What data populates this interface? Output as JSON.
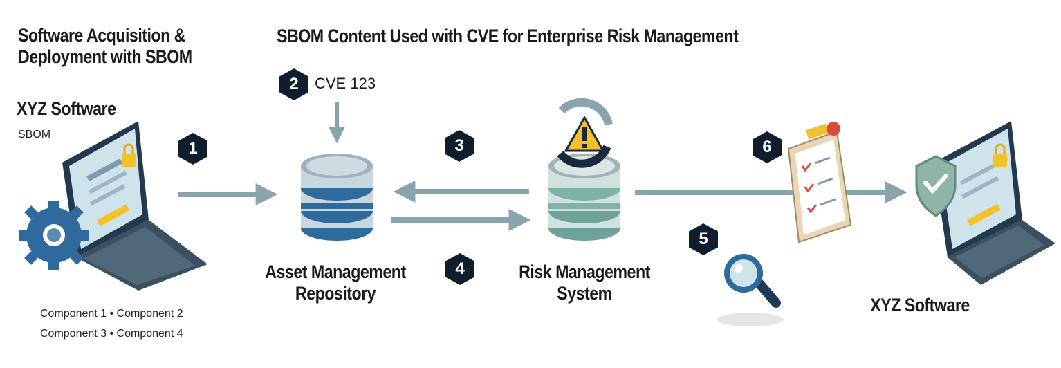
{
  "titles": {
    "left": "Software Acquisition &\nDeployment with SBOM",
    "center": "SBOM Content Used with CVE for Enterprise Risk Management"
  },
  "left_software": {
    "name": "XYZ Software",
    "sbom_label": "SBOM",
    "components_line1": "Component 1 • Component 2",
    "components_line2": "Component 3 • Component 4"
  },
  "cve": {
    "label": "CVE 123"
  },
  "nodes": {
    "asset_repo": "Asset Management\nRepository",
    "risk_system": "Risk Management\nSystem",
    "right_software": "XYZ Software"
  },
  "steps": [
    "1",
    "2",
    "3",
    "4",
    "5",
    "6"
  ],
  "icons": [
    "laptop-sbom-icon",
    "gear-icon",
    "lock-icon",
    "database-icon",
    "warning-sync-icon",
    "magnifier-icon",
    "checklist-clipboard-icon",
    "shield-check-icon",
    "laptop-secure-icon"
  ],
  "colors": {
    "arrow": "#8aa4ae",
    "badge": "#0f1e2e",
    "db_blue": "#2e6a9c",
    "db_green": "#7fb3a8",
    "accent_yellow": "#f2c12e",
    "warning_red": "#d94b3a"
  }
}
